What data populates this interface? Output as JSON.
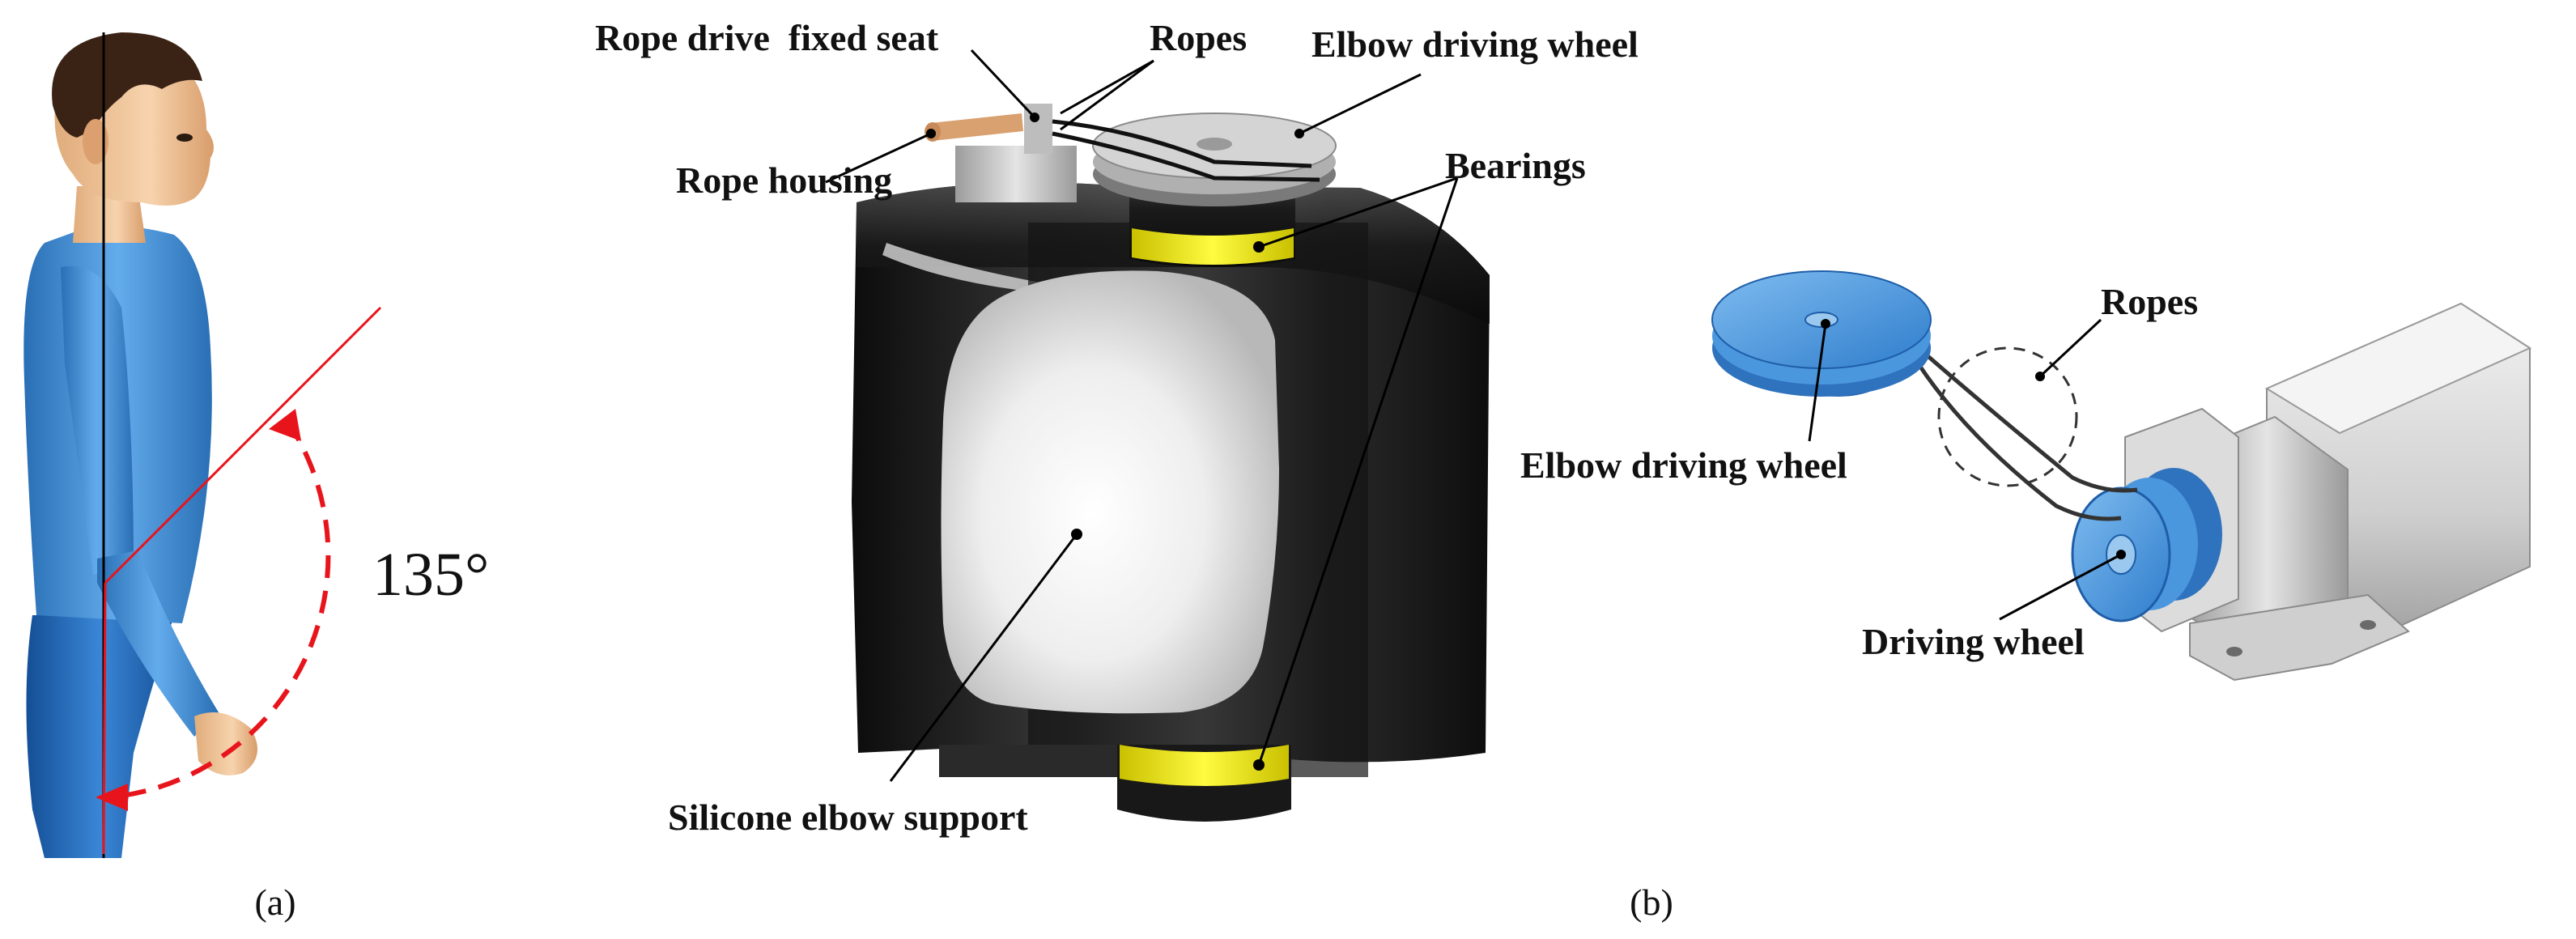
{
  "panel_a": {
    "caption": "(a)",
    "angle_label": "135°"
  },
  "panel_b": {
    "caption": "(b)",
    "labels": {
      "rope_drive_fixed_seat": "Rope drive  fixed seat",
      "ropes_top": "Ropes",
      "elbow_driving_wheel_top": "Elbow driving wheel",
      "rope_housing": "Rope housing",
      "bearings": "Bearings",
      "silicone_elbow_support": "Silicone elbow support",
      "ropes_right": "Ropes",
      "elbow_driving_wheel_right": "Elbow driving wheel",
      "driving_wheel": "Driving wheel"
    }
  },
  "colors": {
    "shirt": "#3d8fd6",
    "jeans": "#2468b8",
    "skin": "#f2c79a",
    "hair": "#3a2314",
    "angle": "#e8141c",
    "elbow_shell": "#1c1c1c",
    "bearing": "#f2ea12",
    "wheel_blue": "#4b97de",
    "metal": "#c9c9c9"
  }
}
